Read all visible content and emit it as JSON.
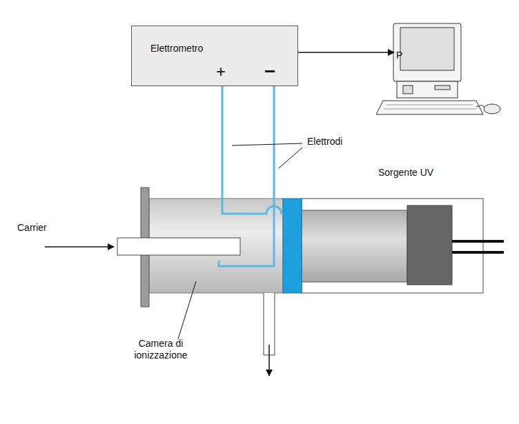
{
  "diagram": {
    "nodes": [
      {
        "text": [
          "Elettrometro",
          "+",
          "−"
        ]
      },
      {
        "text": [
          "P"
        ]
      }
    ],
    "edges": [
      {
        "from": 0,
        "to": 1,
        "arrow": "to"
      }
    ],
    "labels": [
      "Elettrodi",
      "Sorgente UV",
      "Carrier",
      "Camera di ionizzazione"
    ]
  }
}
